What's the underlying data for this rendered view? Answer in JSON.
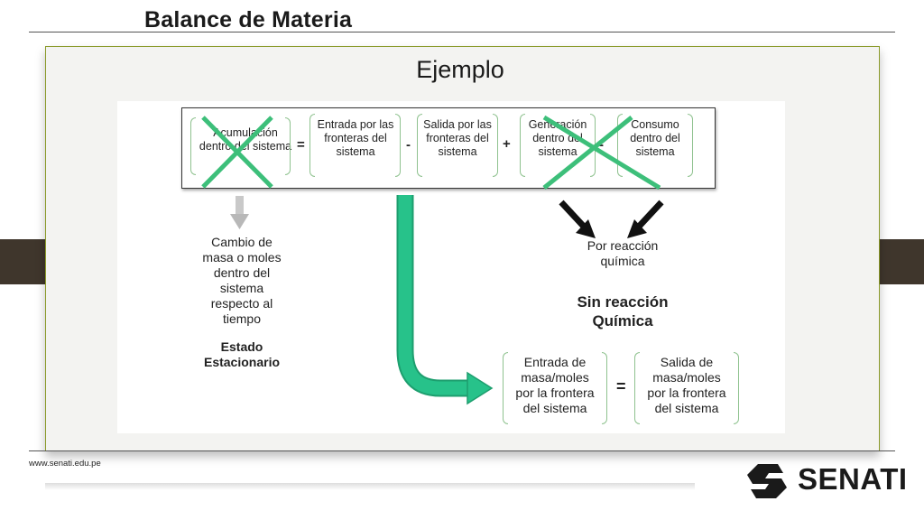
{
  "slide": {
    "title": "Balance de Materia",
    "subtitle": "Ejemplo",
    "footer_url": "www.senati.edu.pe",
    "logo_text": "SENATI"
  },
  "equation": {
    "terms": [
      {
        "line1": "Acumulación",
        "line2": "dentro del sistema",
        "line3": ""
      },
      {
        "line1": "Entrada por las",
        "line2": "fronteras del",
        "line3": "sistema"
      },
      {
        "line1": "Salida por las",
        "line2": "fronteras del",
        "line3": "sistema"
      },
      {
        "line1": "Generación",
        "line2": "dentro del",
        "line3": "sistema"
      },
      {
        "line1": "Consumo",
        "line2": "dentro del",
        "line3": "sistema"
      }
    ],
    "operators": [
      "=",
      "-",
      "+",
      "-"
    ]
  },
  "left_note": {
    "lines": [
      "Cambio de",
      "masa o moles",
      "dentro del",
      "sistema",
      "respecto al",
      "tiempo"
    ],
    "conclusion": [
      "Estado",
      "Estacionario"
    ]
  },
  "right_note": {
    "lines": [
      "Por reacción",
      "química"
    ],
    "conclusion": [
      "Sin reacción",
      "Química"
    ]
  },
  "result_equation": {
    "left": [
      "Entrada de",
      "masa/moles",
      "por la frontera",
      "del sistema"
    ],
    "operator": "=",
    "right": [
      "Salida de",
      "masa/moles",
      "por la frontera",
      "del sistema"
    ]
  },
  "colors": {
    "accent_green": "#27c28a",
    "cross_green": "#3dbf7a",
    "panel_border": "#8a9a2a",
    "tab_brown": "#3f362c"
  }
}
